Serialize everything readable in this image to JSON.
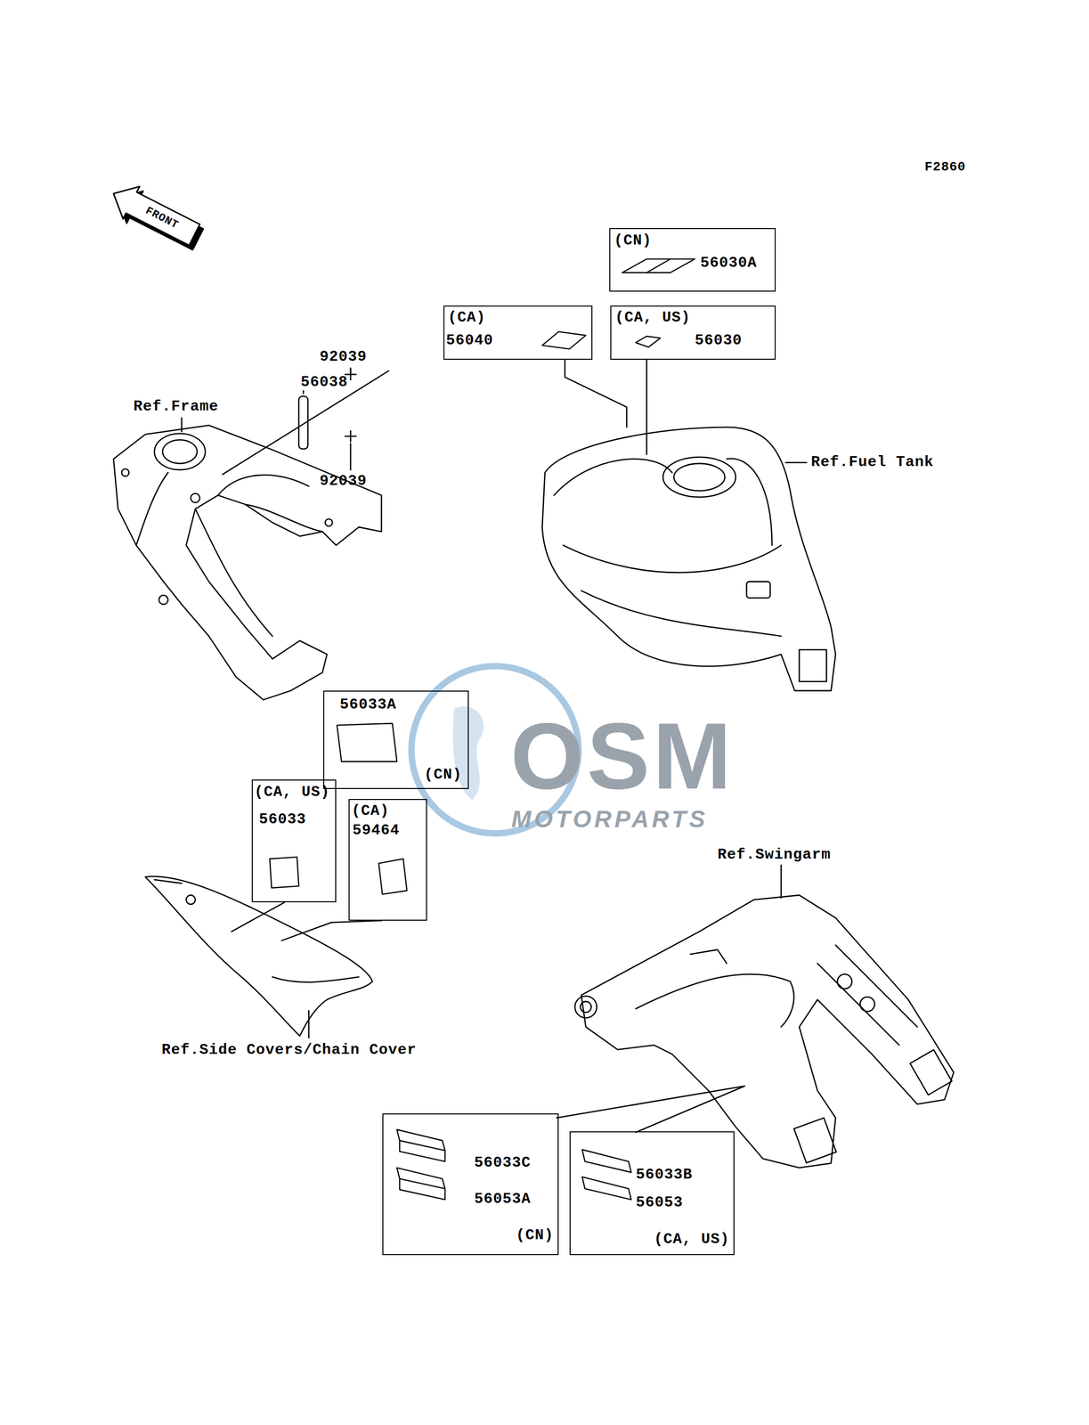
{
  "diagram": {
    "nodes": [
      {
        "text": [
          "(CN)",
          "56030A"
        ]
      },
      {
        "text": [
          "(CA)",
          "56040"
        ]
      },
      {
        "text": [
          "(CA, US)",
          "56030"
        ]
      },
      {
        "text": [
          "56033A",
          "(CN)"
        ]
      },
      {
        "text": [
          "(CA, US)",
          "56033"
        ]
      },
      {
        "text": [
          "(CA)",
          "59464"
        ]
      },
      {
        "text": [
          "56033C",
          "56053A",
          "(CN)"
        ]
      },
      {
        "text": [
          "56033B",
          "56053",
          "(CA, US)"
        ]
      }
    ],
    "labels": [
      "F2860",
      "FRONT",
      "Ref.Frame",
      "92039",
      "56038",
      "92039",
      "Ref.Fuel Tank",
      "OSM",
      "MOTORPARTS",
      "Ref.Side Covers/Chain Cover",
      "Ref.Swingarm"
    ]
  }
}
